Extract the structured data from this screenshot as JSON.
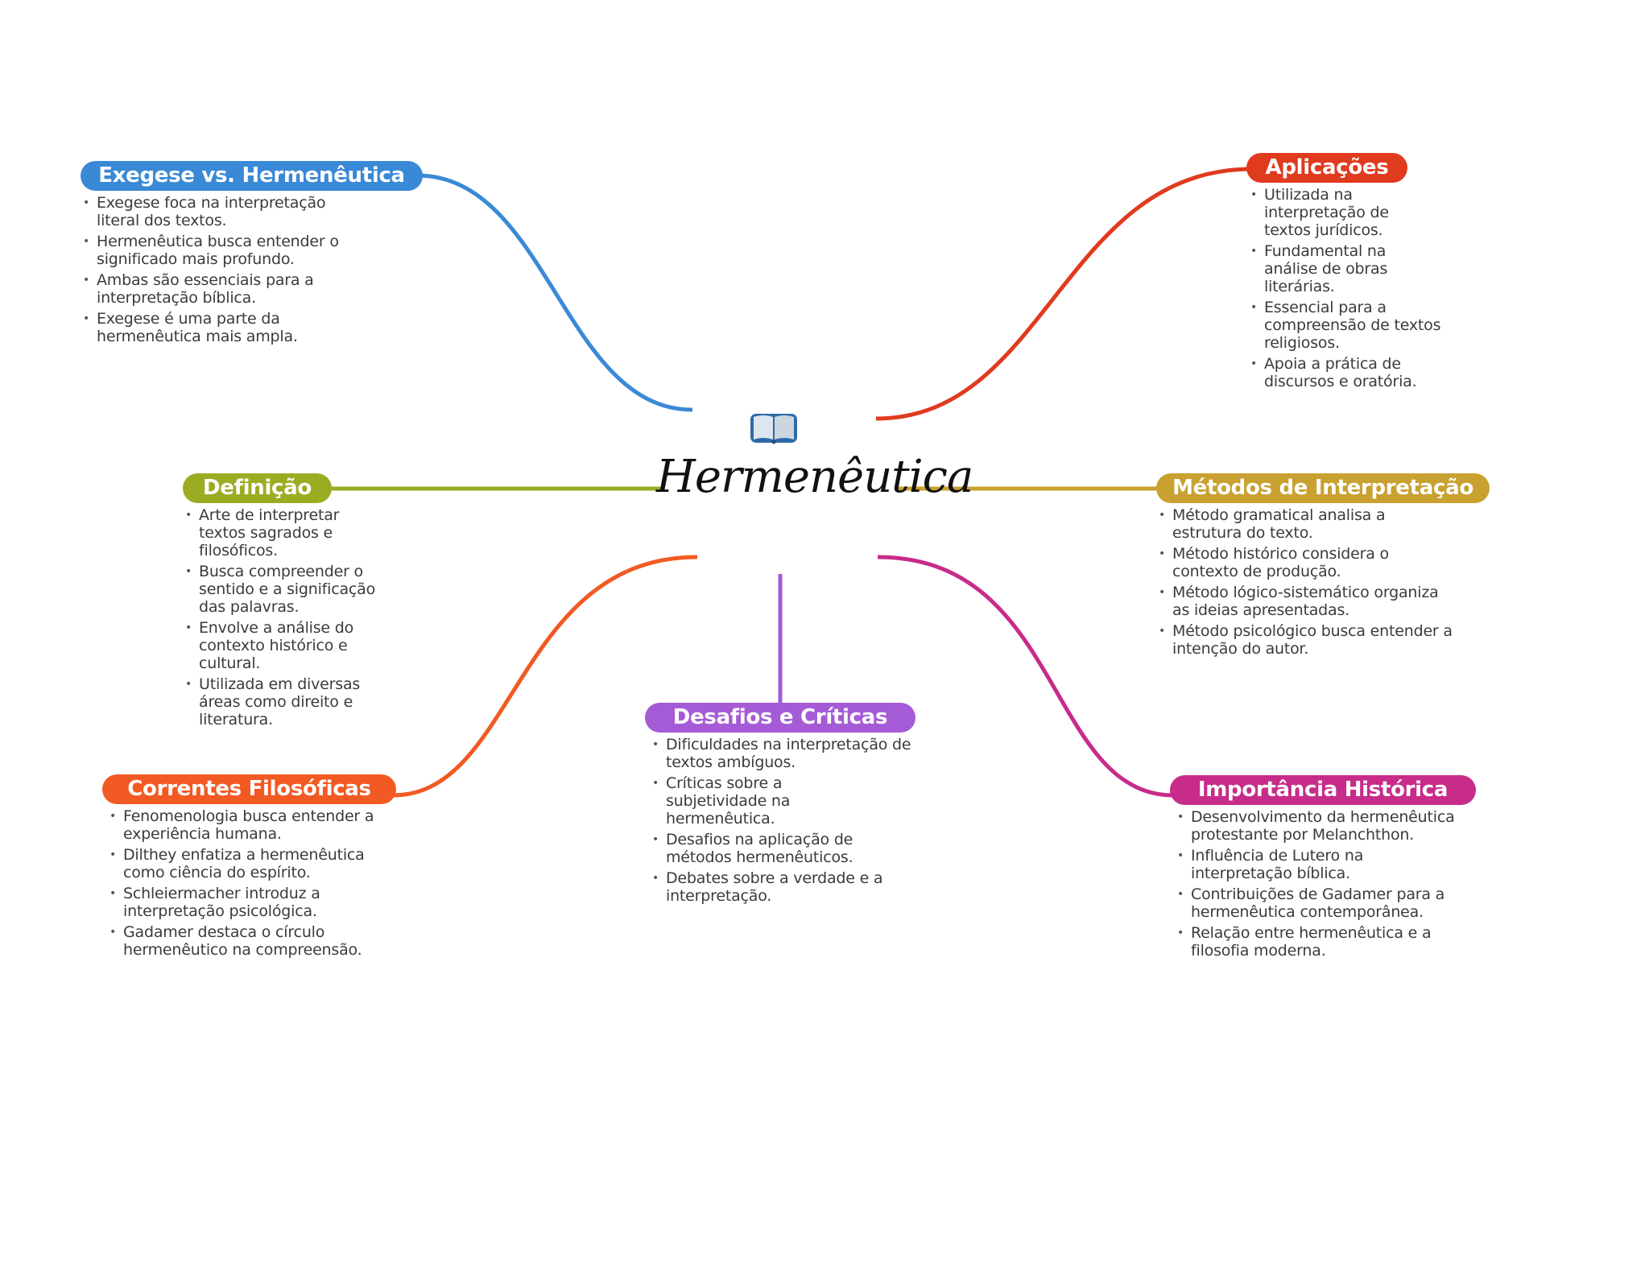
{
  "central": {
    "title": "Hermenêutica",
    "icon": "open-book-icon"
  },
  "topics": {
    "exegese": {
      "title": "Exegese vs. Hermenêutica",
      "color": "#3a89d6",
      "items": [
        "Exegese foca na interpretação literal dos textos.",
        "Hermenêutica busca entender o significado mais profundo.",
        "Ambas são essenciais para a interpretação bíblica.",
        "Exegese é uma parte da hermenêutica mais ampla."
      ]
    },
    "aplicacoes": {
      "title": "Aplicações",
      "color": "#e03a1f",
      "items": [
        "Utilizada na interpretação de textos jurídicos.",
        "Fundamental na análise de obras literárias.",
        "Essencial para a compreensão de textos religiosos.",
        "Apoia a prática de discursos e oratória."
      ]
    },
    "definicao": {
      "title": "Definição",
      "color": "#9cac22",
      "items": [
        "Arte de interpretar textos sagrados e filosóficos.",
        "Busca compreender o sentido e a significação das palavras.",
        "Envolve a análise do contexto histórico e cultural.",
        "Utilizada em diversas áreas como direito e literatura."
      ]
    },
    "metodos": {
      "title": "Métodos de Interpretação",
      "color": "#c9a130",
      "items": [
        "Método gramatical analisa a estrutura do texto.",
        "Método histórico considera o contexto de produção.",
        "Método lógico-sistemático organiza as ideias apresentadas.",
        "Método psicológico busca entender a intenção do autor."
      ]
    },
    "correntes": {
      "title": "Correntes Filosóficas",
      "color": "#f15a22",
      "items": [
        "Fenomenologia busca entender a experiência humana.",
        "Dilthey enfatiza a hermenêutica como ciência do espírito.",
        "Schleiermacher introduz a interpretação psicológica.",
        "Gadamer destaca o círculo hermenêutico na compreensão."
      ]
    },
    "desafios": {
      "title": "Desafios e Críticas",
      "color": "#a55ad6",
      "items": [
        "Dificuldades na interpretação de textos ambíguos.",
        "Críticas sobre a subjetividade na hermenêutica.",
        "Desafios na aplicação de métodos hermenêuticos.",
        "Debates sobre a verdade e a interpretação."
      ]
    },
    "importancia": {
      "title": "Importância Histórica",
      "color": "#c72c8a",
      "items": [
        "Desenvolvimento da hermenêutica protestante por Melanchthon.",
        "Influência de Lutero na interpretação bíblica.",
        "Contribuições de Gadamer para a hermenêutica contemporânea.",
        "Relação entre hermenêutica e a filosofia moderna."
      ]
    }
  }
}
